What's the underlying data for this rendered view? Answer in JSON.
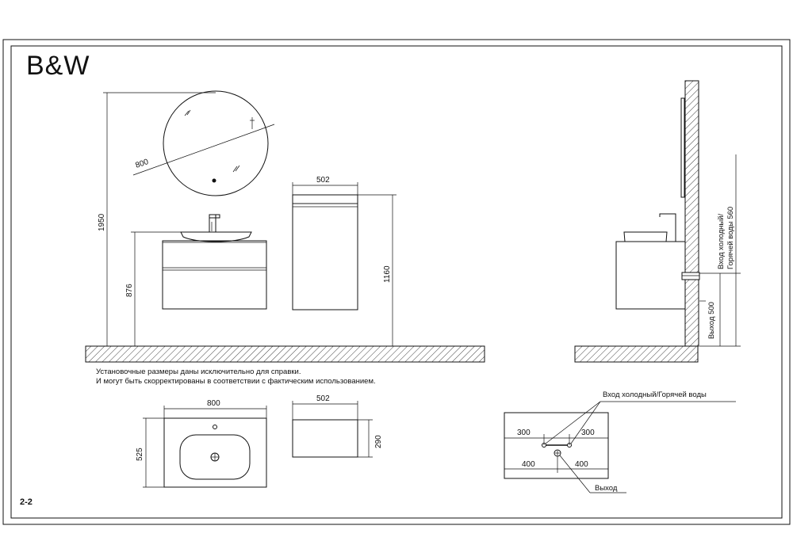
{
  "brand": {
    "logo": "B&W"
  },
  "sheet_number": "2-2",
  "notes": {
    "line1": "Установочные размеры даны исключительно для справки.",
    "line2": "И могут быть скорректированы в соответствии с фактическим использованием."
  },
  "front_view": {
    "mirror_diameter": "800",
    "total_height": "1950",
    "basin_height": "876",
    "cabinet_width": "502",
    "cabinet_height": "1160"
  },
  "side_view": {
    "inlet_label": "Вход холодный/\nГорячей воды 560",
    "inlet_line1": "Вход холодный/",
    "inlet_line2": "Горячей воды 560",
    "outlet_label": "Выход 500"
  },
  "plan_view": {
    "vanity_width": "800",
    "vanity_depth": "525",
    "cabinet_width": "502",
    "cabinet_depth": "290"
  },
  "rear_view": {
    "inlet_label": "Вход холодный/Горячей воды",
    "left_offset": "300",
    "right_offset": "300",
    "outlet_left": "400",
    "outlet_right": "400",
    "outlet_label": "Выход"
  }
}
